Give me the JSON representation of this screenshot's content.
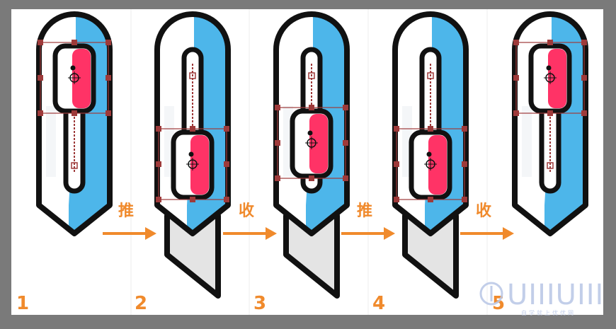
{
  "steps": [
    {
      "number": "1",
      "slider": "top",
      "blade": false
    },
    {
      "number": "2",
      "slider": "bottom",
      "blade": true
    },
    {
      "number": "3",
      "slider": "middle",
      "blade": true
    },
    {
      "number": "4",
      "slider": "bottom",
      "blade": true
    },
    {
      "number": "5",
      "slider": "top",
      "blade": false
    }
  ],
  "transitions": [
    "推",
    "收",
    "推",
    "收"
  ],
  "watermark": {
    "title": "UIIIUIII",
    "subtitle": "自学就上优优网"
  },
  "colors": {
    "frame": "#7a7a7a",
    "panel": "#ffffff",
    "outline": "#111111",
    "blue": "#4db6ea",
    "pink": "#ff3366",
    "blade": "#e4e4e4",
    "handle": "#9e3a3a",
    "accent": "#f08a2c",
    "watermark": "#b8c6e6"
  }
}
